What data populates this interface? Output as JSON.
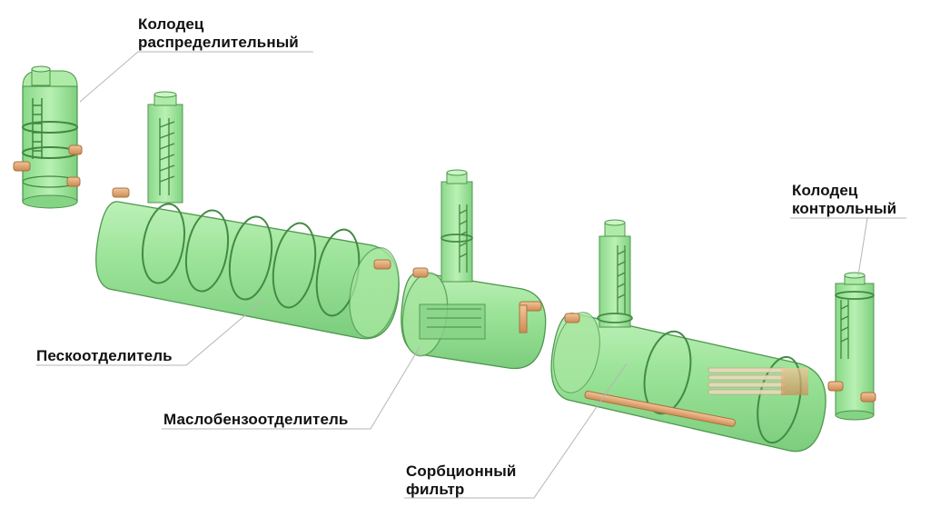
{
  "labels": {
    "distribution_well": {
      "line1": "Колодец",
      "line2": "распределительный"
    },
    "sand_separator": {
      "line1": "Пескоотделитель"
    },
    "oil_separator": {
      "line1": "Маслобензоотделитель"
    },
    "sorption_filter": {
      "line1": "Сорбционный",
      "line2": "фильтр"
    },
    "control_well": {
      "line1": "Колодец",
      "line2": "контрольный"
    }
  },
  "colors": {
    "tank_fill": "#8de28d",
    "tank_stroke": "#3c8c3c",
    "ring_stroke": "#2f7f2f",
    "pipe_fill": "#e3a16b",
    "leader_line": "#b5b5b5"
  }
}
